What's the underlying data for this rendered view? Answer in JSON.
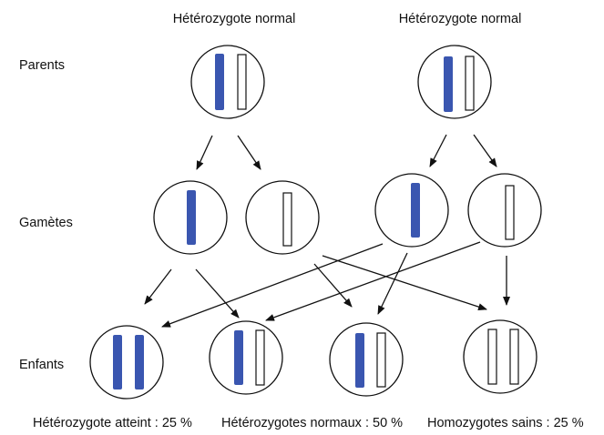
{
  "headers": {
    "left": "Hétérozygote normal",
    "right": "Hétérozygote normal"
  },
  "row_labels": {
    "parents": "Parents",
    "gametes": "Gamètes",
    "children": "Enfants"
  },
  "captions": {
    "affected": "Hétérozygote atteint : 25 %",
    "normal": "Hétérozygotes normaux : 50 %",
    "healthy": "Homozygotes sains : 25 %"
  },
  "colors": {
    "mutant_chromosome": "#3a56b0",
    "normal_chromosome": "#ffffff",
    "outline": "#111111"
  }
}
